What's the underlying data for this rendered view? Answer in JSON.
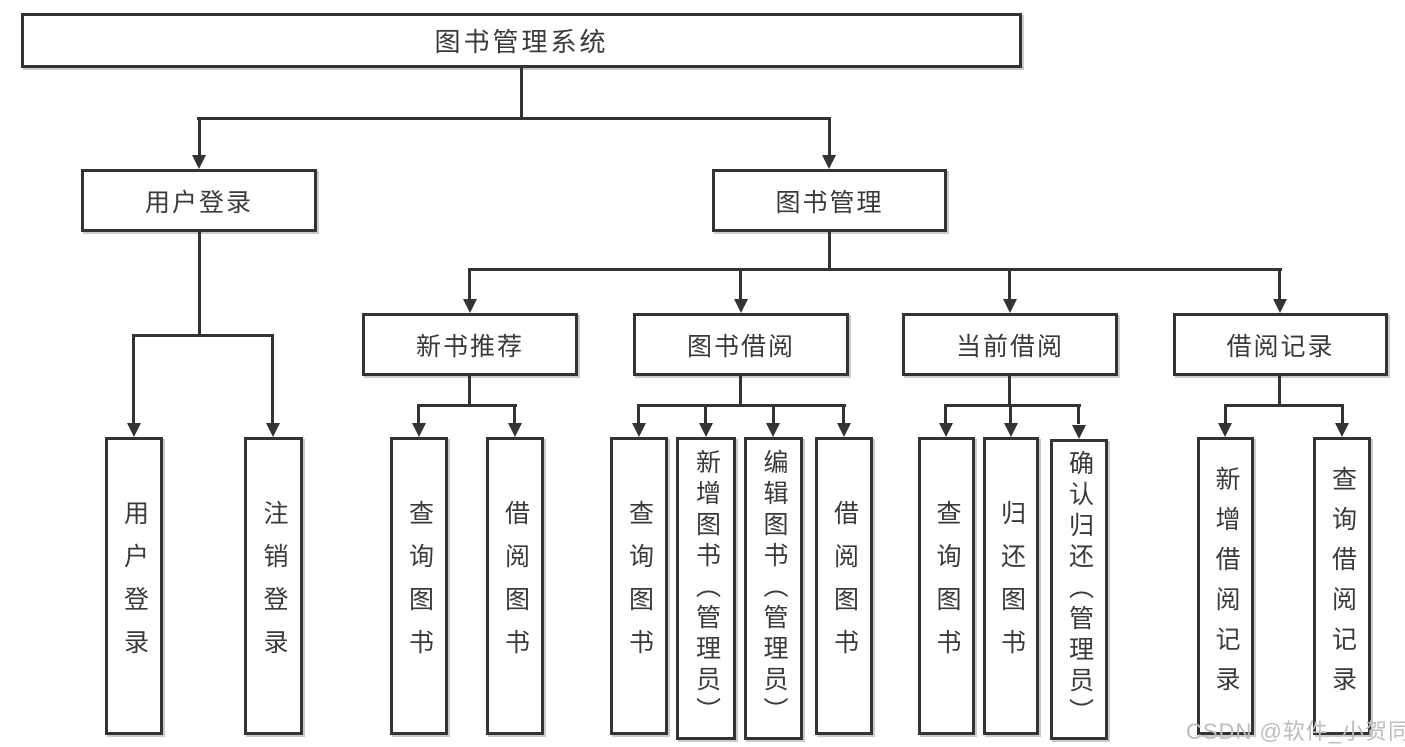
{
  "colors": {
    "line": "#333333",
    "box_border": "#333333",
    "text": "#3a3a3a",
    "background": "#ffffff",
    "watermark": "#bdbdbd"
  },
  "watermark": {
    "text": "CSDN @软件_小贺同学"
  },
  "tree": {
    "root": {
      "label": "图书管理系统"
    },
    "branches": [
      {
        "label": "用户登录",
        "children": [
          {
            "label": "用户登录"
          },
          {
            "label": "注销登录"
          }
        ]
      },
      {
        "label": "图书管理",
        "groups": [
          {
            "label": "新书推荐",
            "children": [
              {
                "label": "查询图书"
              },
              {
                "label": "借阅图书"
              }
            ]
          },
          {
            "label": "图书借阅",
            "children": [
              {
                "label": "查询图书"
              },
              {
                "label": "新增图书（管理员）"
              },
              {
                "label": "编辑图书（管理员）"
              },
              {
                "label": "借阅图书"
              }
            ]
          },
          {
            "label": "当前借阅",
            "children": [
              {
                "label": "查询图书"
              },
              {
                "label": "归还图书"
              },
              {
                "label": "确认归还（管理员）"
              }
            ]
          },
          {
            "label": "借阅记录",
            "children": [
              {
                "label": "新增借阅记录"
              },
              {
                "label": "查询借阅记录"
              }
            ]
          }
        ]
      }
    ]
  }
}
